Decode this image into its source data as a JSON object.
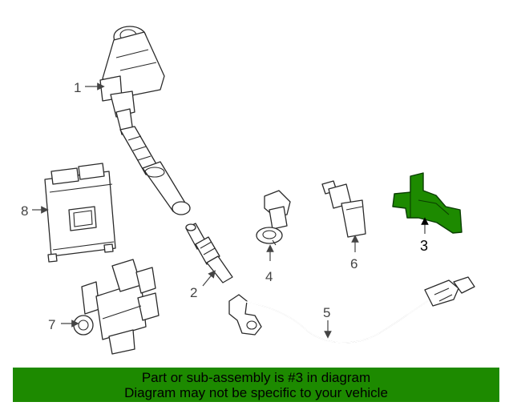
{
  "callouts": {
    "c1": "1",
    "c2": "2",
    "c3": "3",
    "c4": "4",
    "c5": "5",
    "c6": "6",
    "c7": "7",
    "c8": "8"
  },
  "highlight_color": "#1d8a00",
  "banner": {
    "line1": "Part or sub-assembly is #3 in diagram",
    "line2": "Diagram may not be specific to your vehicle"
  }
}
